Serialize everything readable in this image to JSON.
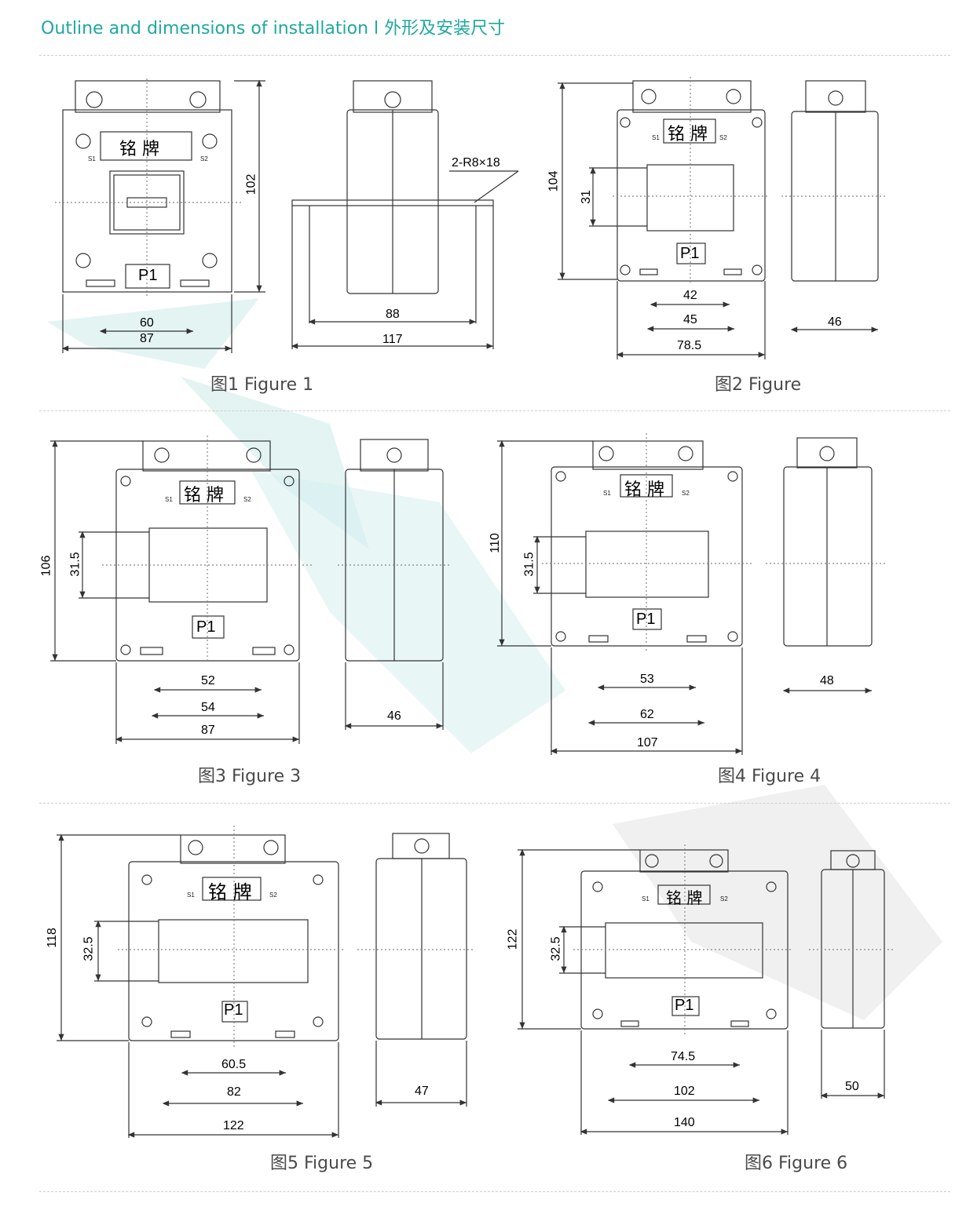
{
  "header": {
    "title": "Outline and dimensions of installation l 外形及安装尺寸"
  },
  "colors": {
    "accent": "#1fa8a0",
    "line": "#333333",
    "watermark": "#d7efee"
  },
  "nameplate": "铭 牌",
  "terminal_s1": "S1",
  "terminal_s2": "S2",
  "terminal_p1": "P1",
  "figures": [
    {
      "caption": "图1 Figure 1",
      "dims": {
        "height": "102",
        "mount": "60",
        "width": "87",
        "side_inner": "88",
        "side_outer": "117",
        "slot": "2-R8×18"
      }
    },
    {
      "caption": "图2 Figure",
      "dims": {
        "height": "104",
        "window": "31",
        "mount": "42",
        "inner": "45",
        "width": "78.5",
        "depth": "46"
      }
    },
    {
      "caption": "图3 Figure 3",
      "dims": {
        "height": "106",
        "window": "31.5",
        "mount": "52",
        "inner": "54",
        "width": "87",
        "depth": "46"
      }
    },
    {
      "caption": "图4 Figure 4",
      "dims": {
        "height": "110",
        "window": "31.5",
        "mount": "53",
        "inner": "62",
        "width": "107",
        "depth": "48"
      }
    },
    {
      "caption": "图5 Figure 5",
      "dims": {
        "height": "118",
        "window": "32.5",
        "mount": "60.5",
        "inner": "82",
        "width": "122",
        "depth": "47"
      }
    },
    {
      "caption": "图6 Figure 6",
      "dims": {
        "height": "122",
        "window": "32.5",
        "mount": "74.5",
        "inner": "102",
        "width": "140",
        "depth": "50"
      }
    }
  ]
}
